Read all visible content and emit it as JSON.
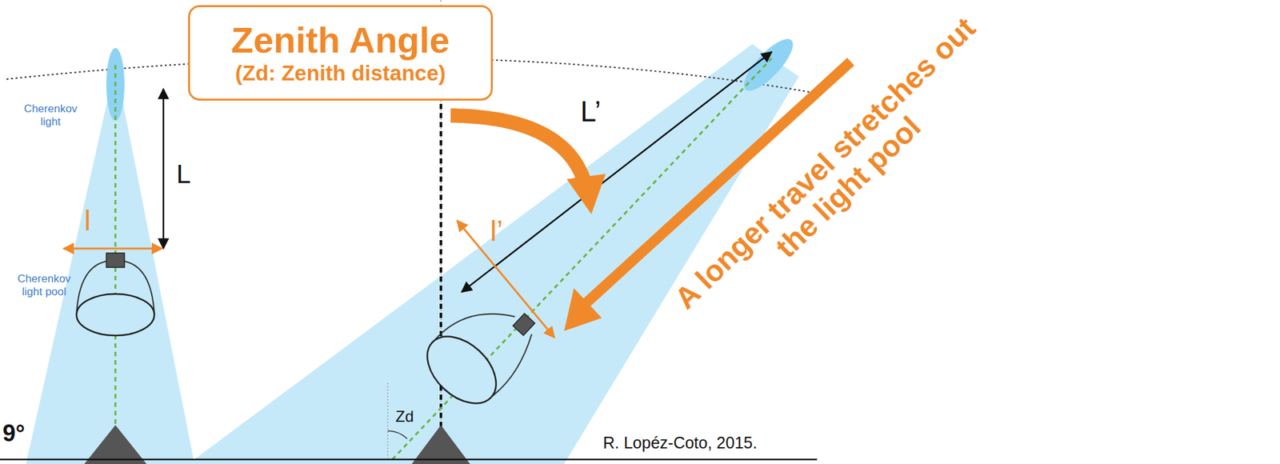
{
  "diagram": {
    "nodes": [
      {
        "text": [
          "Zenith Angle",
          "(Zd: Zenith distance)"
        ]
      }
    ],
    "labels": [
      "Cherenkov light",
      "Cherenkov light pool",
      "L",
      "l",
      "L’",
      "l’",
      "Zd",
      "A longer travel stretches out the light pool",
      "R. Lopéz-Coto, 2015.",
      "9°"
    ]
  }
}
